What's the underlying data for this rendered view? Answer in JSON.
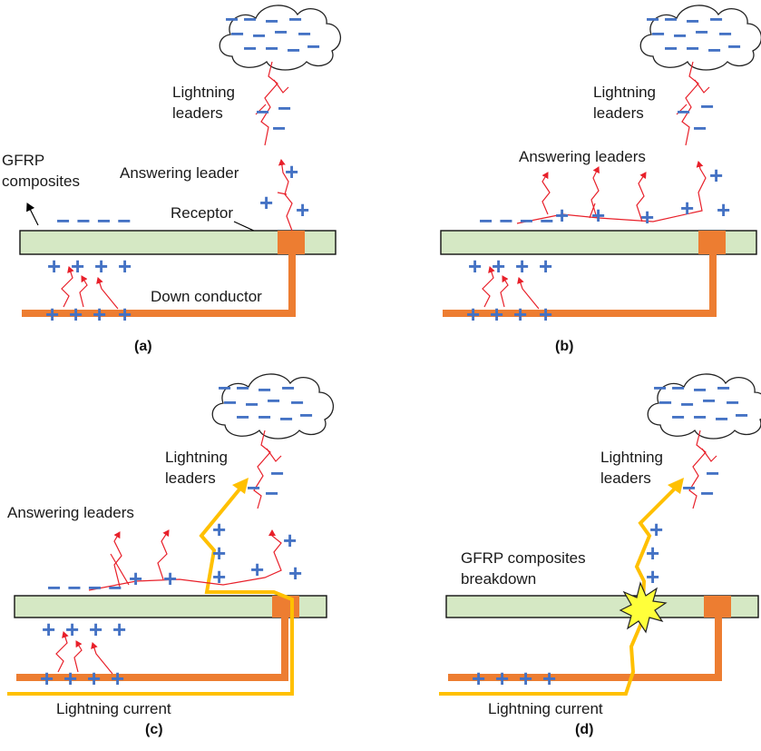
{
  "colors": {
    "plus": "#4472c4",
    "minus": "#4472c4",
    "leader": "#e8202a",
    "conductor": "#ed7d31",
    "receptor": "#ed7d31",
    "blade_fill": "#d5e8c4",
    "current": "#ffc000",
    "spark": "#ffff3a"
  },
  "labels": {
    "plus_sign": "+",
    "minus_sign": "−"
  },
  "panels": [
    {
      "id": "a",
      "caption": "(a)",
      "lightning_leaders": [
        "Lightning",
        "leaders"
      ],
      "gfrp_composites": [
        "GFRP",
        "composites"
      ],
      "answering_leader": "Answering leader",
      "receptor": "Receptor",
      "down_conductor": "Down conductor"
    },
    {
      "id": "b",
      "caption": "(b)",
      "lightning_leaders": [
        "Lightning",
        "leaders"
      ],
      "answering_leaders": "Answering leaders"
    },
    {
      "id": "c",
      "caption": "(c)",
      "lightning_leaders": [
        "Lightning",
        "leaders"
      ],
      "answering_leaders": "Answering leaders",
      "lightning_current": "Lightning current"
    },
    {
      "id": "d",
      "caption": "(d)",
      "lightning_leaders": [
        "Lightning",
        "leaders"
      ],
      "breakdown": [
        "GFRP composites",
        "breakdown"
      ],
      "lightning_current": "Lightning current"
    }
  ]
}
